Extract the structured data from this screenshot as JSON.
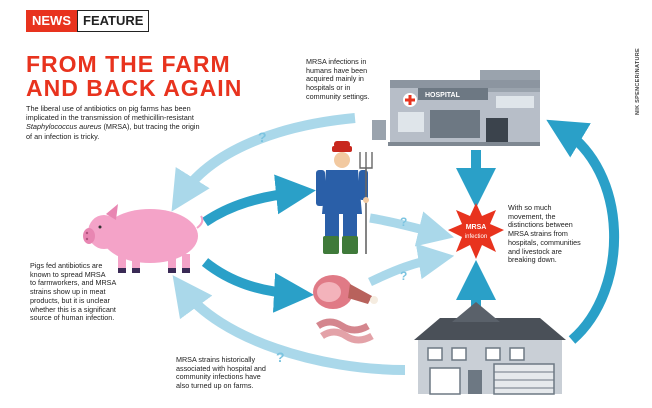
{
  "header": {
    "news_label": "NEWS",
    "feature_label": "FEATURE"
  },
  "title": {
    "line1": "FROM THE FARM",
    "line2": "AND BACK AGAIN"
  },
  "intro": {
    "text1": "The liberal use of antibiotics on pig farms has been",
    "text2": "implicated in the transmission of methicillin-resistant",
    "text3_italic": "Staphylococcus aureus",
    "text3_rest": " (MRSA), but tracing the origin",
    "text4": "of an infection is tricky."
  },
  "side_text": "NIK SPENCER/NATURE",
  "notes": {
    "hospital": [
      "MRSA infections in",
      "humans have been",
      "acquired mainly in",
      "hospitals or in",
      "community settings."
    ],
    "movement": [
      "With so much",
      "movement, the",
      "distinctions between",
      "MRSA strains from",
      "hospitals, communities",
      "and livestock are",
      "breaking down."
    ],
    "pigs": [
      "Pigs fed antibiotics are",
      "known to spread MRSA",
      "to farmworkers, and MRSA",
      "strains show up in meat",
      "products, but it is unclear",
      "whether this is a significant",
      "source of human infection."
    ],
    "community": [
      "MRSA strains historically",
      "associated with hospital and",
      "community infections have",
      "also turned up on farms."
    ]
  },
  "hospital_sign": "HOSPITAL",
  "burst": {
    "line1": "MRSA",
    "line2": "infection"
  },
  "question_mark": "?",
  "colors": {
    "accent_red": "#e8331e",
    "arrow_dark": "#2aa0c8",
    "arrow_light": "#aad8ea",
    "pig_pink": "#f4a3c8",
    "overalls_blue": "#2a5fa8"
  },
  "icons": [
    "pig-icon",
    "farmer-icon",
    "meat-icon",
    "hospital-icon",
    "house-icon",
    "mrsa-burst-icon"
  ]
}
